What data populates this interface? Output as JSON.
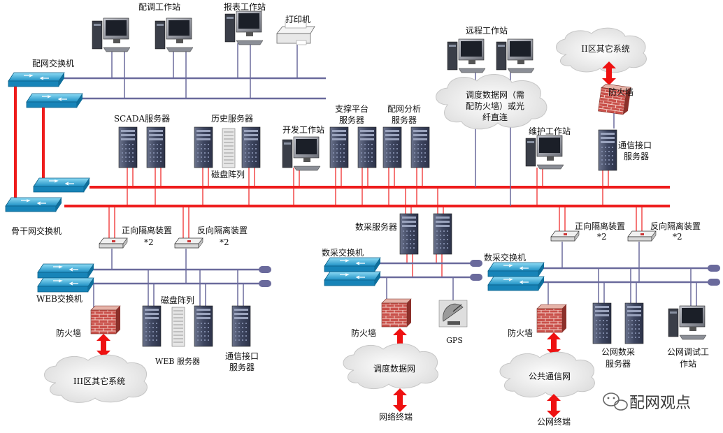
{
  "labels": {
    "dispatch_ws": "配调工作站",
    "report_ws": "报表工作站",
    "printer": "打印机",
    "remote_ws": "远程工作站",
    "zone2_other": "II区其它系统",
    "dist_switch": "配网交换机",
    "firewall_top": "防火墙",
    "dispatch_net_line1": "调度数据网（需",
    "dispatch_net_line2": "配防火墙）或光",
    "dispatch_net_line3": "纤直连",
    "scada": "SCADA服务器",
    "history": "历史服务器",
    "support_line1": "支撑平台",
    "support_line2": "服务器",
    "analysis_line1": "配网分析",
    "analysis_line2": "服务器",
    "dev_ws": "开发工作站",
    "maint_ws": "维护工作站",
    "comm_if_line1": "通信接口",
    "comm_if_line2": "服务器",
    "disk_array": "磁盘阵列",
    "backbone_switch": "骨干网交换机",
    "fwd_iso_left": "正向隔离装置",
    "rev_iso_left": "反向隔离装置",
    "x2": "*2",
    "acq_server": "数采服务器",
    "fwd_iso_right": "正向隔离装置",
    "rev_iso_right": "反向隔离装置",
    "acq_switch": "数采交换机",
    "acq_switch_right": "数采交换机",
    "web_switch": "WEB交换机",
    "disk_array_web": "磁盘阵列",
    "firewall": "防火墙",
    "web_server": "WEB 服务器",
    "comm_if_bottom_line1": "通信接口",
    "comm_if_bottom_line2": "服务器",
    "zone3_other": "III区其它系统",
    "dispatch_net": "调度数据网",
    "net_terminal": "网络终端",
    "gps": "GPS",
    "public_comm_net": "公共通信网",
    "public_terminal": "公网终端",
    "public_acq_line1": "公网数采",
    "public_acq_line2": "服务器",
    "public_debug_line1": "公网调试工",
    "public_debug_line2": "作站",
    "watermark": "配网观点"
  },
  "colors": {
    "backbone_line": "#ee1c1c",
    "bus_line": "#6a6a9c",
    "server_body": "#4e5670",
    "switch_body": "#2aa8d8",
    "cloud_fill": "#f2f2f2",
    "firewall_brick": "#c0504d"
  },
  "icons": [
    "workstation-icon",
    "printer-icon",
    "server-icon",
    "switch-icon",
    "cloud-icon",
    "firewall-icon",
    "isolation-device-icon",
    "disk-array-icon",
    "gps-dish-icon",
    "wechat-icon"
  ]
}
